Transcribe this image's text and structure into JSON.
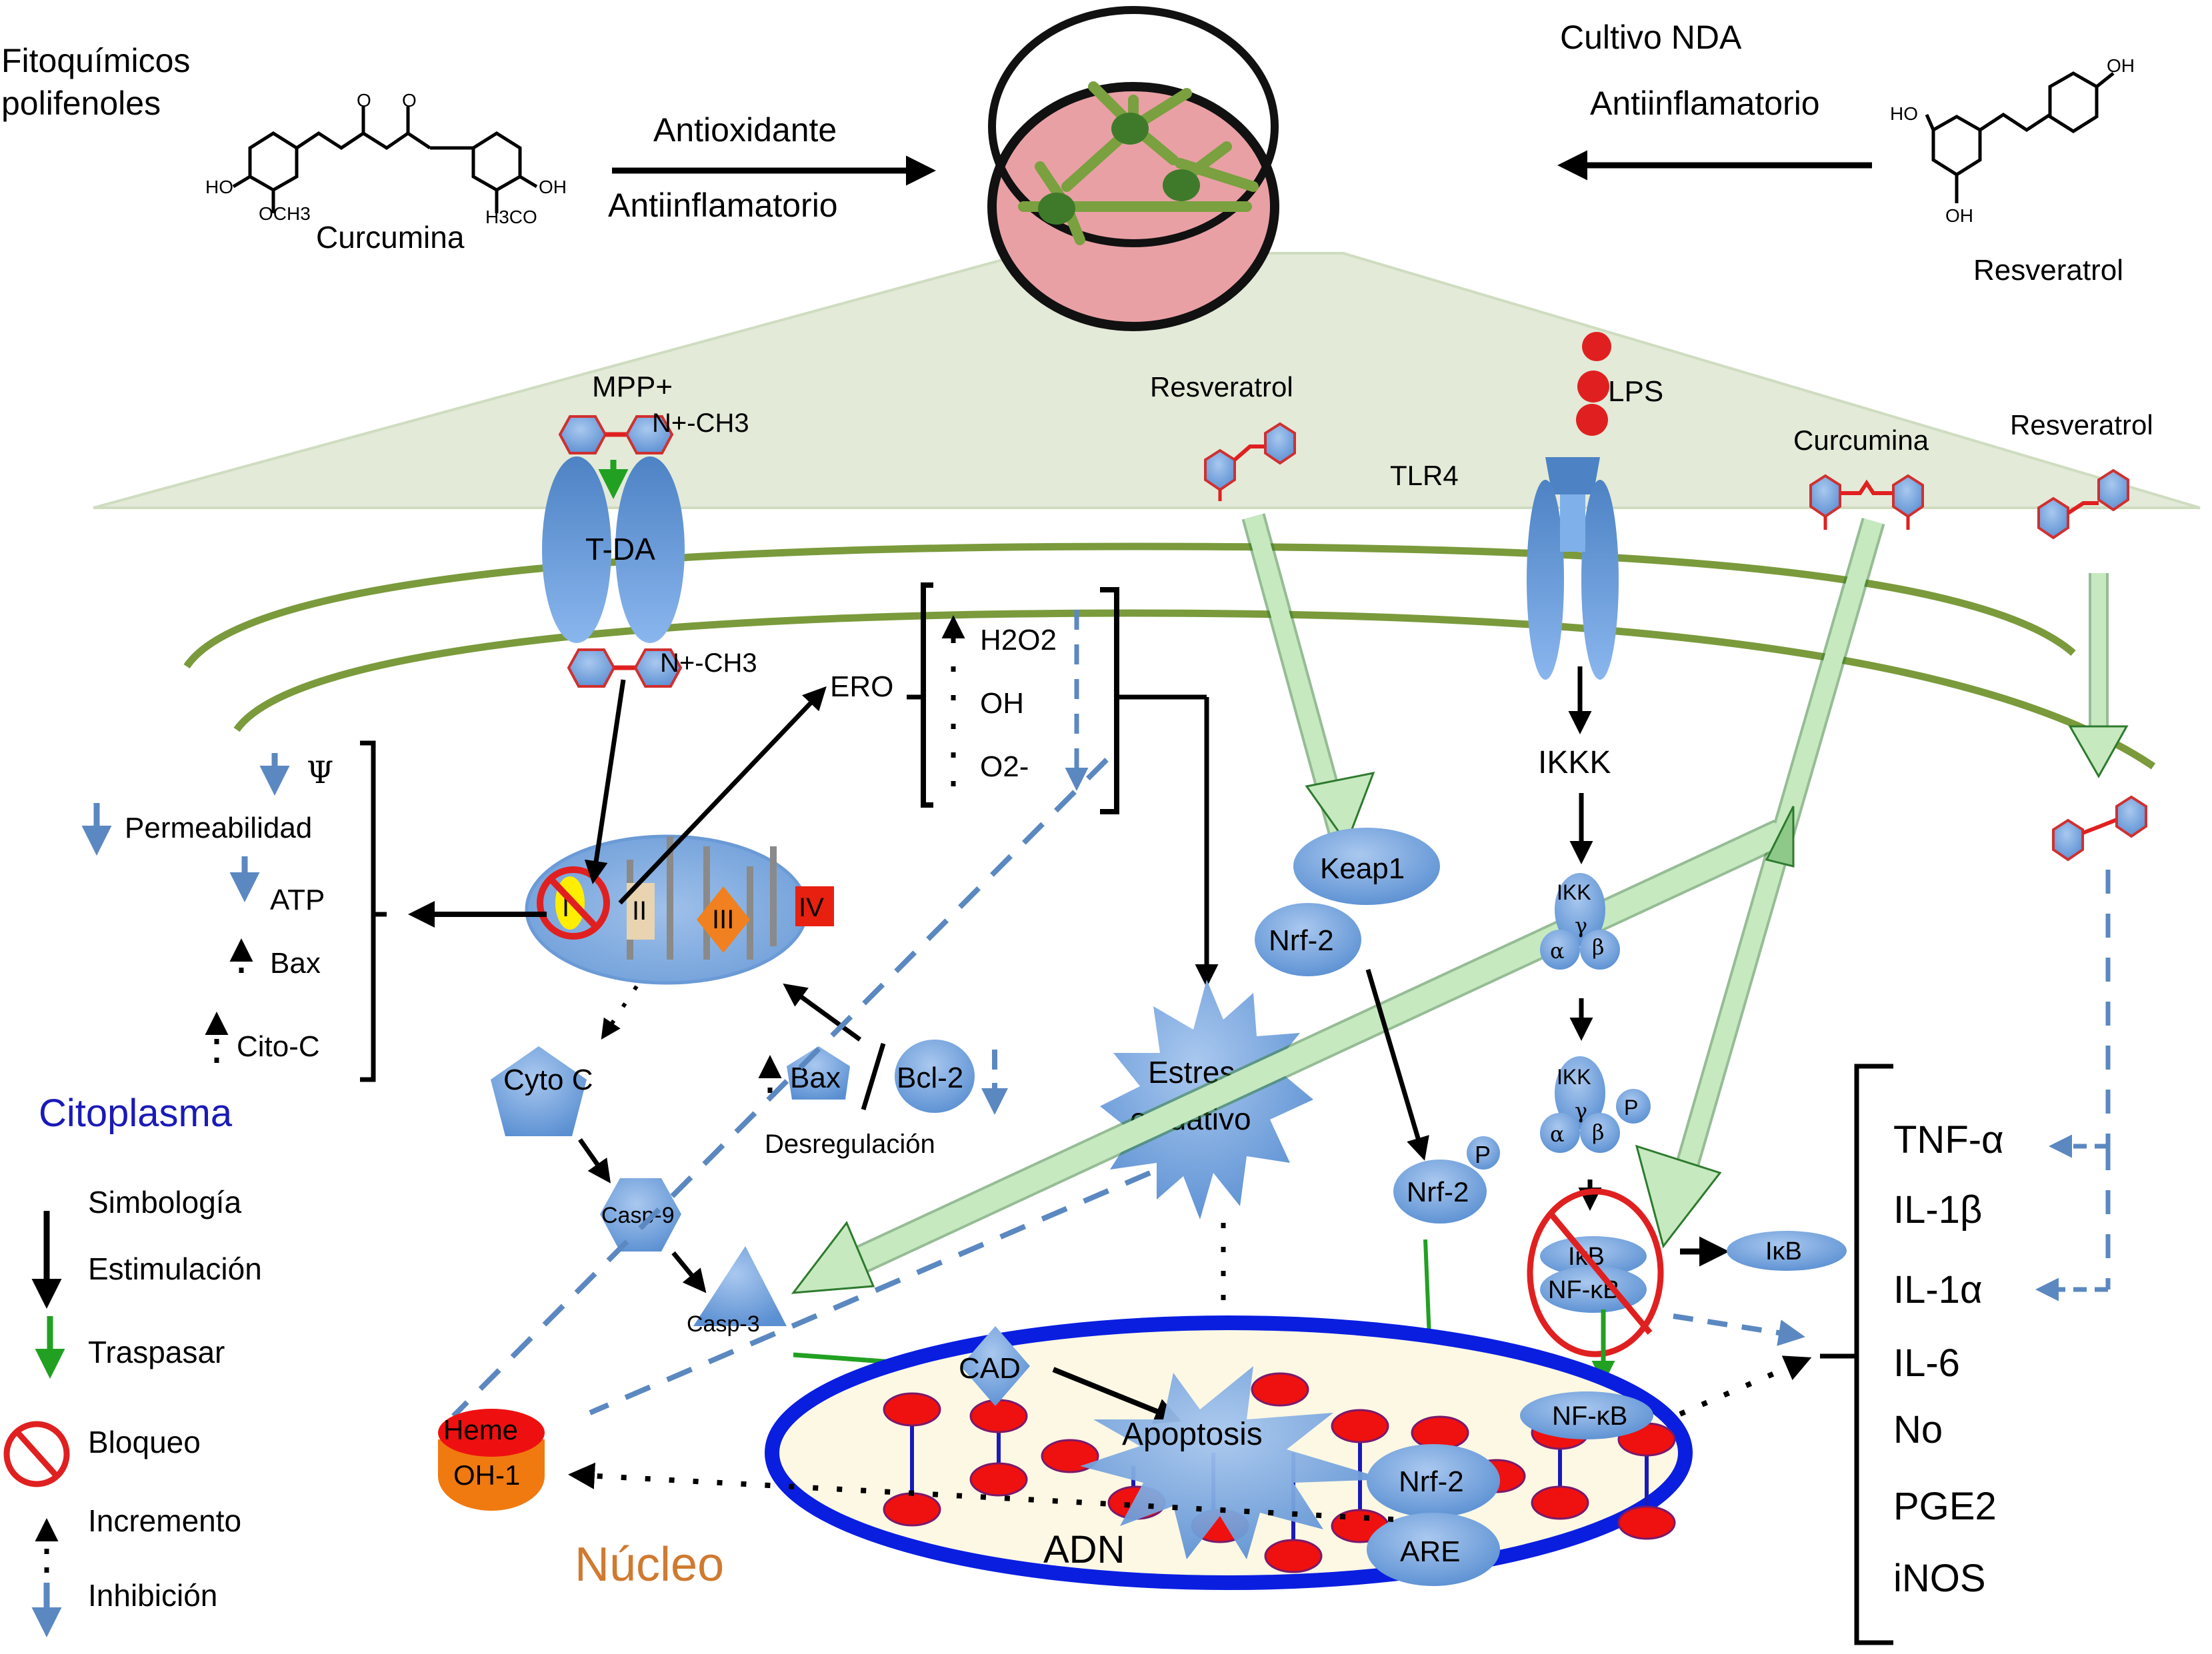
{
  "header": {
    "source_label_line1": "Fitoquímicos",
    "source_label_line2": "polifenoles",
    "culture_label": "Cultivo NDA",
    "left_arrow_top": "Antioxidante",
    "left_arrow_bottom": "Antiinflamatorio",
    "right_arrow_label": "Antiinflamatorio"
  },
  "molecules": {
    "curcumin": {
      "name": "Curcumina",
      "groups": [
        "O",
        "O",
        "HO",
        "OCH3",
        "OH",
        "H3CO"
      ]
    },
    "resveratrol": {
      "name": "Resveratrol",
      "groups": [
        "OH",
        "HO",
        "OH"
      ]
    }
  },
  "membrane": {
    "mpp_label": "MPP+",
    "mpp_group": "N+-CH3",
    "mpp_group_inside": "N+-CH3",
    "transporter": "T-DA",
    "resveratrol_1": "Resveratrol",
    "lps": "LPS",
    "tlr4": "TLR4",
    "curcumina": "Curcumina",
    "resveratrol_2": "Resveratrol"
  },
  "ros": {
    "label": "ERO",
    "species": [
      "H2O2",
      "OH",
      "O2-"
    ]
  },
  "mitochondria": {
    "complexes": [
      "I",
      "II",
      "III",
      "IV"
    ],
    "effects": [
      {
        "label": "Ψ",
        "direction": "down"
      },
      {
        "label": "Permeabilidad",
        "direction": "down"
      },
      {
        "label": "ATP",
        "direction": "down"
      },
      {
        "label": "Bax",
        "direction": "up"
      },
      {
        "label": "Cito-C",
        "direction": "up"
      }
    ]
  },
  "apoptosis_path": {
    "cyto_c": "Cyto C",
    "bax": "Bax",
    "bcl2": "Bcl-2",
    "dysregulation": "Desregulación",
    "casp9": "Casp-9",
    "casp3": "Casp-3",
    "cad": "CAD",
    "apoptosis": "Apoptosis",
    "oxidative_stress_line1": "Estres",
    "oxidative_stress_line2": "oxidativo"
  },
  "nrf2_path": {
    "keap1": "Keap1",
    "nrf2": "Nrf-2",
    "nrf2_p": "Nrf-2",
    "p": "P",
    "nrf2_nucleus": "Nrf-2",
    "are": "ARE",
    "heme": "Heme",
    "oh1": "OH-1"
  },
  "nfkb_path": {
    "ikkk": "IKKK",
    "ikk": "IKK",
    "ikk_p": "IKK",
    "gamma": "γ",
    "alpha": "α",
    "beta": "β",
    "p": "P",
    "ikb": "IκB",
    "nfkb": "NF-κB",
    "ikb_free": "IκB",
    "nfkb_nucleus": "NF-κB"
  },
  "cytokines": [
    "TNF-α",
    "IL-1β",
    "IL-1α",
    "IL-6",
    "No",
    "PGE2",
    "iNOS"
  ],
  "regions": {
    "cytoplasm": "Citoplasma",
    "nucleus": "Núcleo",
    "dna": "ADN"
  },
  "legend": {
    "title": "Simbología",
    "items": [
      {
        "label": "Estimulación",
        "symbol": "black-arrow"
      },
      {
        "label": "Traspasar",
        "symbol": "green-arrow"
      },
      {
        "label": "Bloqueo",
        "symbol": "prohibition"
      },
      {
        "label": "Incremento",
        "symbol": "dotted-up-arrow"
      },
      {
        "label": "Inhibición",
        "symbol": "blue-down-arrow"
      }
    ]
  },
  "colors": {
    "protein_blue": "#6b9ad6",
    "membrane_green": "#7a9a3c",
    "translocation_green": "#b8e0b0",
    "block_red": "#e02020",
    "nucleus_blue": "#0a1ee0",
    "cytoplasm_label": "#1a1ab8",
    "nucleus_label": "#d07a30",
    "inhibition_blue": "#5b88c0"
  }
}
